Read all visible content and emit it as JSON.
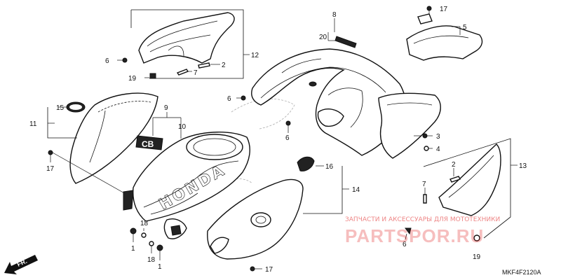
{
  "diagram": {
    "callouts": {
      "c1a": "1",
      "c1b": "1",
      "c2a": "2",
      "c2b": "2",
      "c3": "3",
      "c4": "4",
      "c5": "5",
      "c6a": "6",
      "c6b": "6",
      "c6c": "6",
      "c6d": "6",
      "c7a": "7",
      "c7b": "7",
      "c8": "8",
      "c9": "9",
      "c10": "10",
      "c11": "11",
      "c12": "12",
      "c13": "13",
      "c14": "14",
      "c15": "15",
      "c16": "16",
      "c17a": "17",
      "c17b": "17",
      "c17c": "17",
      "c18a": "18",
      "c18b": "18",
      "c19a": "19",
      "c19b": "19",
      "c20": "20"
    },
    "direction_label": "FR.",
    "part_code": "MKF4F2120A",
    "embossed_brand": "HONDA",
    "decal_text": "CB"
  },
  "watermark": {
    "line1": "ЗАПЧАСТИ И АКСЕССУАРЫ ДЛЯ МОТОТЕХНИКИ",
    "line2": "PARTSPOR.RU"
  }
}
